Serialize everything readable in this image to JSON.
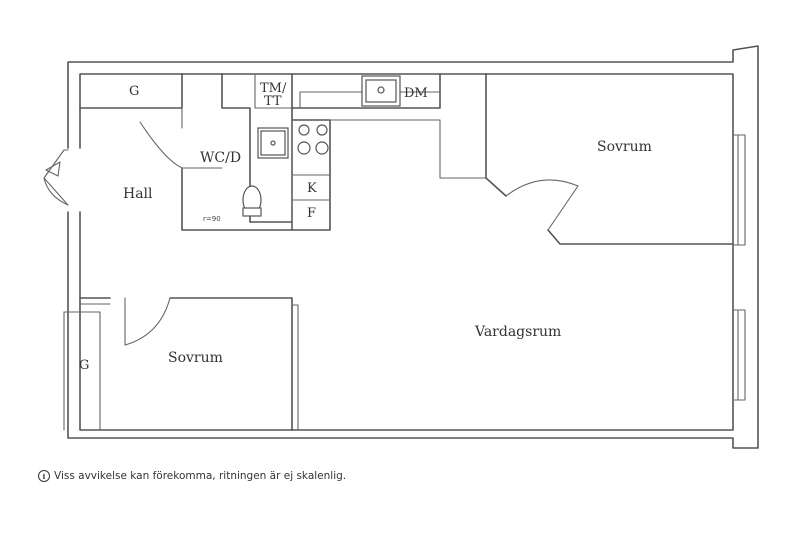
{
  "rooms": {
    "hall": "Hall",
    "wc": "WC/D",
    "tm_tt_line1": "TM/",
    "tm_tt_line2": "TT",
    "dm": "DM",
    "k": "K",
    "f": "F",
    "g_top": "G",
    "g_left": "G",
    "sovrum_right": "Sovrum",
    "sovrum_left": "Sovrum",
    "vardagsrum": "Vardagsrum"
  },
  "wc_marker": "r=90",
  "disclaimer": {
    "icon": "info-icon",
    "text": "Viss avvikelse kan förekomma, ritningen är ej skalenlig."
  }
}
